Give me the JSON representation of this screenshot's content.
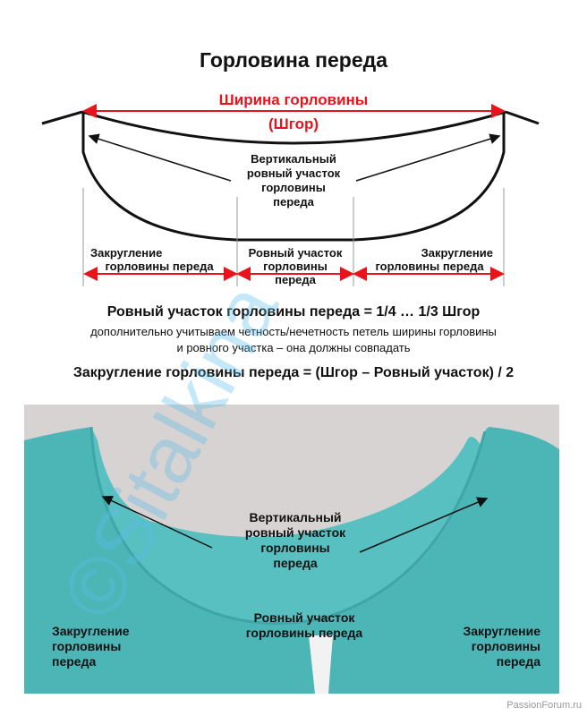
{
  "title": "Горловина переда",
  "width_label": "Ширина горловины",
  "width_abbr": "(Шгор)",
  "vertical_label": [
    "Вертикальный",
    "ровный участок",
    "горловины",
    "переда"
  ],
  "rounding_left": [
    "Закругление",
    "горловины переда"
  ],
  "straight_label": [
    "Ровный участок",
    "горловины",
    "переда"
  ],
  "rounding_right": [
    "Закругление",
    "горловины переда"
  ],
  "formula1": "Ровный участок горловины переда = 1/4 … 1/3 Шгор",
  "note": [
    "дополнительно учитываем четность/нечетность петель ширины горловины",
    "и ровного участка – она должны совпадать"
  ],
  "formula2": "Закругление горловины переда = (Шгор – Ровный участок) / 2",
  "photo": {
    "vertical_label": [
      "Вертикальный",
      "ровный участок",
      "горловины",
      "переда"
    ],
    "straight_label": [
      "Ровный участок",
      "горловины переда"
    ],
    "rounding_left": [
      "Закругление",
      "горловины",
      "переда"
    ],
    "rounding_right": [
      "Закругление",
      "горловины",
      "переда"
    ]
  },
  "watermark": "©Sitalkina",
  "footer": "PassionForum.ru",
  "colors": {
    "red": "#e8141c",
    "teal": "#4cb6b7",
    "bg": "#d8d3d3"
  }
}
